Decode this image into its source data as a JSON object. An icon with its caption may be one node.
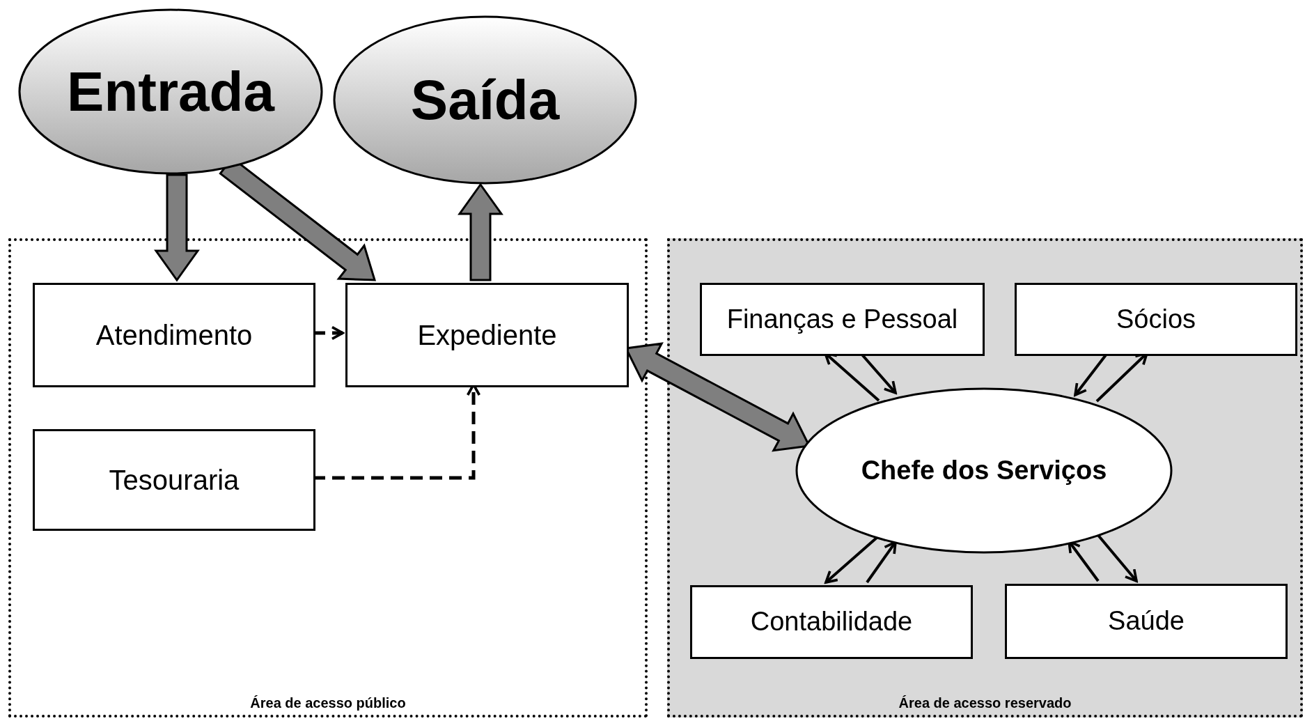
{
  "diagram": {
    "nodes": [
      {
        "text": [
          "Entrada"
        ]
      },
      {
        "text": [
          "Saída"
        ]
      },
      {
        "text": [
          "Área de acesso público"
        ]
      },
      {
        "text": [
          "Atendimento"
        ],
        "in": 2
      },
      {
        "text": [
          "Expediente"
        ],
        "in": 2
      },
      {
        "text": [
          "Tesouraria"
        ],
        "in": 2
      },
      {
        "text": [
          "Área de acesso reservado"
        ]
      },
      {
        "text": [
          "Finanças e Pessoal"
        ],
        "in": 6
      },
      {
        "text": [
          "Sócios"
        ],
        "in": 6
      },
      {
        "text": [
          "Chefe dos Serviços"
        ],
        "in": 6
      },
      {
        "text": [
          "Contabilidade"
        ],
        "in": 6
      },
      {
        "text": [
          "Saúde"
        ],
        "in": 6
      }
    ],
    "edges": [
      {
        "from": 0,
        "to": 3,
        "arrow": "to",
        "style": "thick",
        "color": "#7f7f7f"
      },
      {
        "from": 0,
        "to": 4,
        "arrow": "to",
        "style": "thick",
        "color": "#7f7f7f"
      },
      {
        "from": 4,
        "to": 1,
        "arrow": "to",
        "style": "thick",
        "color": "#7f7f7f"
      },
      {
        "from": 3,
        "to": 4,
        "arrow": "to",
        "style": "dashed"
      },
      {
        "from": 5,
        "to": 4,
        "arrow": "to",
        "style": "dashed"
      },
      {
        "from": 4,
        "to": 9,
        "arrow": "both",
        "style": "thick",
        "color": "#7f7f7f"
      },
      {
        "from": 9,
        "to": 7,
        "arrow": "to"
      },
      {
        "from": 7,
        "to": 9,
        "arrow": "to"
      },
      {
        "from": 8,
        "to": 9,
        "arrow": "to"
      },
      {
        "from": 9,
        "to": 8,
        "arrow": "to"
      },
      {
        "from": 9,
        "to": 10,
        "arrow": "to"
      },
      {
        "from": 10,
        "to": 9,
        "arrow": "to"
      },
      {
        "from": 11,
        "to": 9,
        "arrow": "to"
      },
      {
        "from": 9,
        "to": 11,
        "arrow": "to"
      }
    ]
  }
}
